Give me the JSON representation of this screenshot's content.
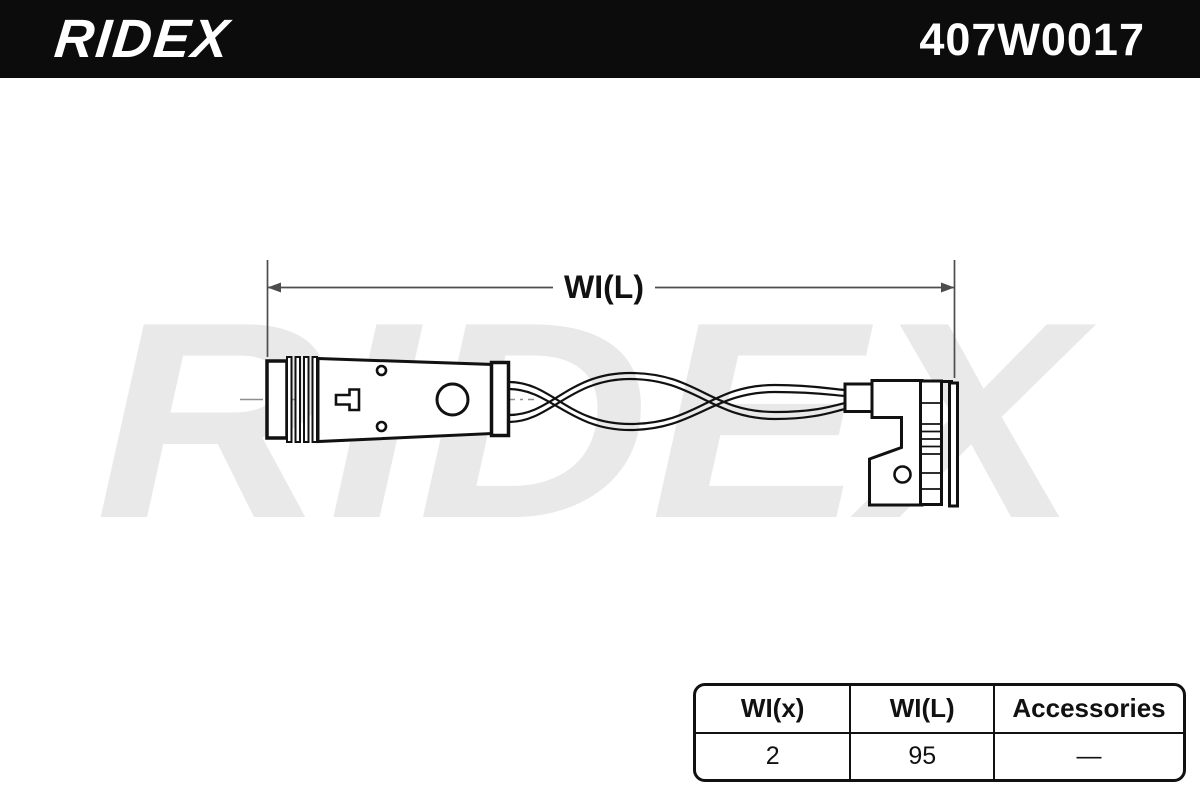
{
  "header": {
    "brand": "RIDEX",
    "part_number": "407W0017",
    "bg_color": "#0c0c0c",
    "text_color": "#ffffff"
  },
  "watermark": {
    "text": "RIDEX",
    "color": "#e9e9e9"
  },
  "drawing": {
    "dimension_label": "WI(L)",
    "dimension_line_color": "#4d4d4d",
    "outline_color": "#111111",
    "centerline_color": "#8f8f8f"
  },
  "spec_table": {
    "columns": [
      "WI(x)",
      "WI(L)",
      "Accessories"
    ],
    "rows": [
      [
        "2",
        "95",
        "—"
      ]
    ]
  }
}
